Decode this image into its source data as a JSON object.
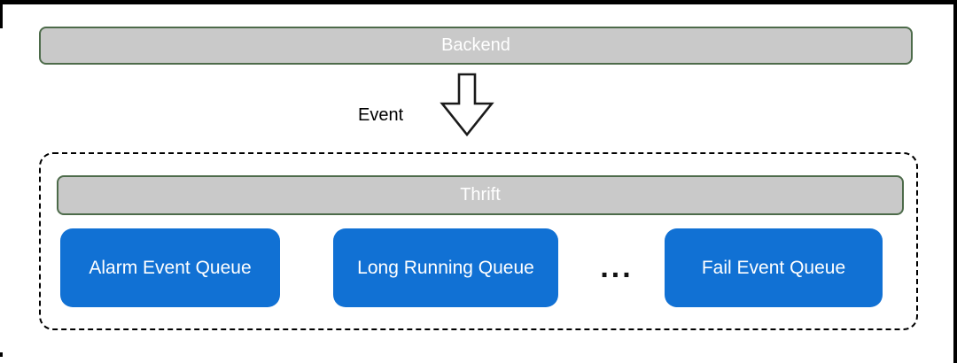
{
  "diagram": {
    "nodes": {
      "backend": {
        "label": "Backend"
      },
      "thrift": {
        "label": "Thrift"
      },
      "queues": [
        {
          "label": "Alarm Event Queue"
        },
        {
          "label": "Long Running Queue"
        },
        {
          "label": "Fail Event Queue"
        }
      ],
      "ellipsis": "..."
    },
    "edge": {
      "label": "Event",
      "icon": "arrow-down-icon"
    },
    "colors": {
      "bar_fill": "#c9c9c9",
      "bar_border": "#4d6b4a",
      "queue_fill": "#1171d4",
      "text_on_fill": "#ffffff",
      "outline": "#000000"
    }
  }
}
